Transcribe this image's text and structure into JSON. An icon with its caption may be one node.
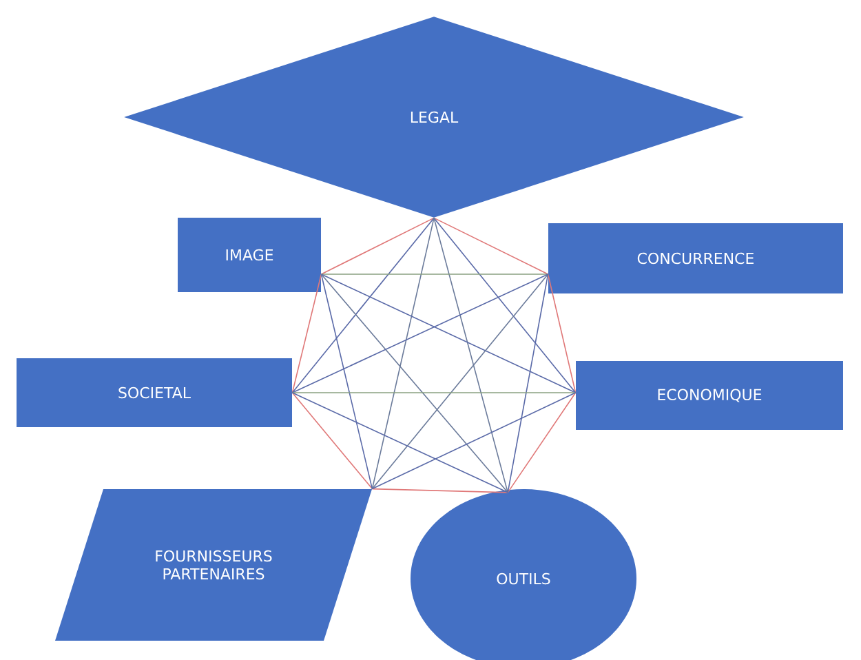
{
  "diagram": {
    "nodes": [
      {
        "text": [
          "LEGAL"
        ]
      },
      {
        "text": [
          "IMAGE"
        ]
      },
      {
        "text": [
          "CONCURRENCE"
        ]
      },
      {
        "text": [
          "SOCIETAL"
        ]
      },
      {
        "text": [
          "ECONOMIQUE"
        ]
      },
      {
        "text": [
          "FOURNISSEURS PARTENAIRES"
        ]
      },
      {
        "text": [
          "OUTILS"
        ]
      }
    ],
    "edges": [
      {
        "from": 0,
        "to": 1,
        "arrow": "none",
        "color": "#e07878"
      },
      {
        "from": 0,
        "to": 2,
        "arrow": "none",
        "color": "#e07878"
      },
      {
        "from": 1,
        "to": 3,
        "arrow": "none",
        "color": "#e07878"
      },
      {
        "from": 2,
        "to": 4,
        "arrow": "none",
        "color": "#e07878"
      },
      {
        "from": 3,
        "to": 5,
        "arrow": "none",
        "color": "#e07878"
      },
      {
        "from": 4,
        "to": 6,
        "arrow": "none",
        "color": "#e07878"
      },
      {
        "from": 5,
        "to": 6,
        "arrow": "none",
        "color": "#e07878"
      },
      {
        "from": 0,
        "to": 3,
        "arrow": "none",
        "color": "#5a6aa8"
      },
      {
        "from": 0,
        "to": 4,
        "arrow": "none",
        "color": "#5a6aa8"
      },
      {
        "from": 0,
        "to": 5,
        "arrow": "none",
        "color": "#6a7a9a"
      },
      {
        "from": 0,
        "to": 6,
        "arrow": "none",
        "color": "#6a7a9a"
      },
      {
        "from": 1,
        "to": 2,
        "arrow": "none",
        "color": "#8aa080"
      },
      {
        "from": 1,
        "to": 4,
        "arrow": "none",
        "color": "#5a6aa8"
      },
      {
        "from": 1,
        "to": 5,
        "arrow": "none",
        "color": "#5a6aa8"
      },
      {
        "from": 1,
        "to": 6,
        "arrow": "none",
        "color": "#6a7a9a"
      },
      {
        "from": 2,
        "to": 3,
        "arrow": "none",
        "color": "#5a6aa8"
      },
      {
        "from": 2,
        "to": 5,
        "arrow": "none",
        "color": "#6a7a9a"
      },
      {
        "from": 2,
        "to": 6,
        "arrow": "none",
        "color": "#5a6aa8"
      },
      {
        "from": 3,
        "to": 4,
        "arrow": "none",
        "color": "#8aa080"
      },
      {
        "from": 3,
        "to": 6,
        "arrow": "none",
        "color": "#5a6aa8"
      },
      {
        "from": 4,
        "to": 5,
        "arrow": "none",
        "color": "#5a6aa8"
      }
    ]
  }
}
